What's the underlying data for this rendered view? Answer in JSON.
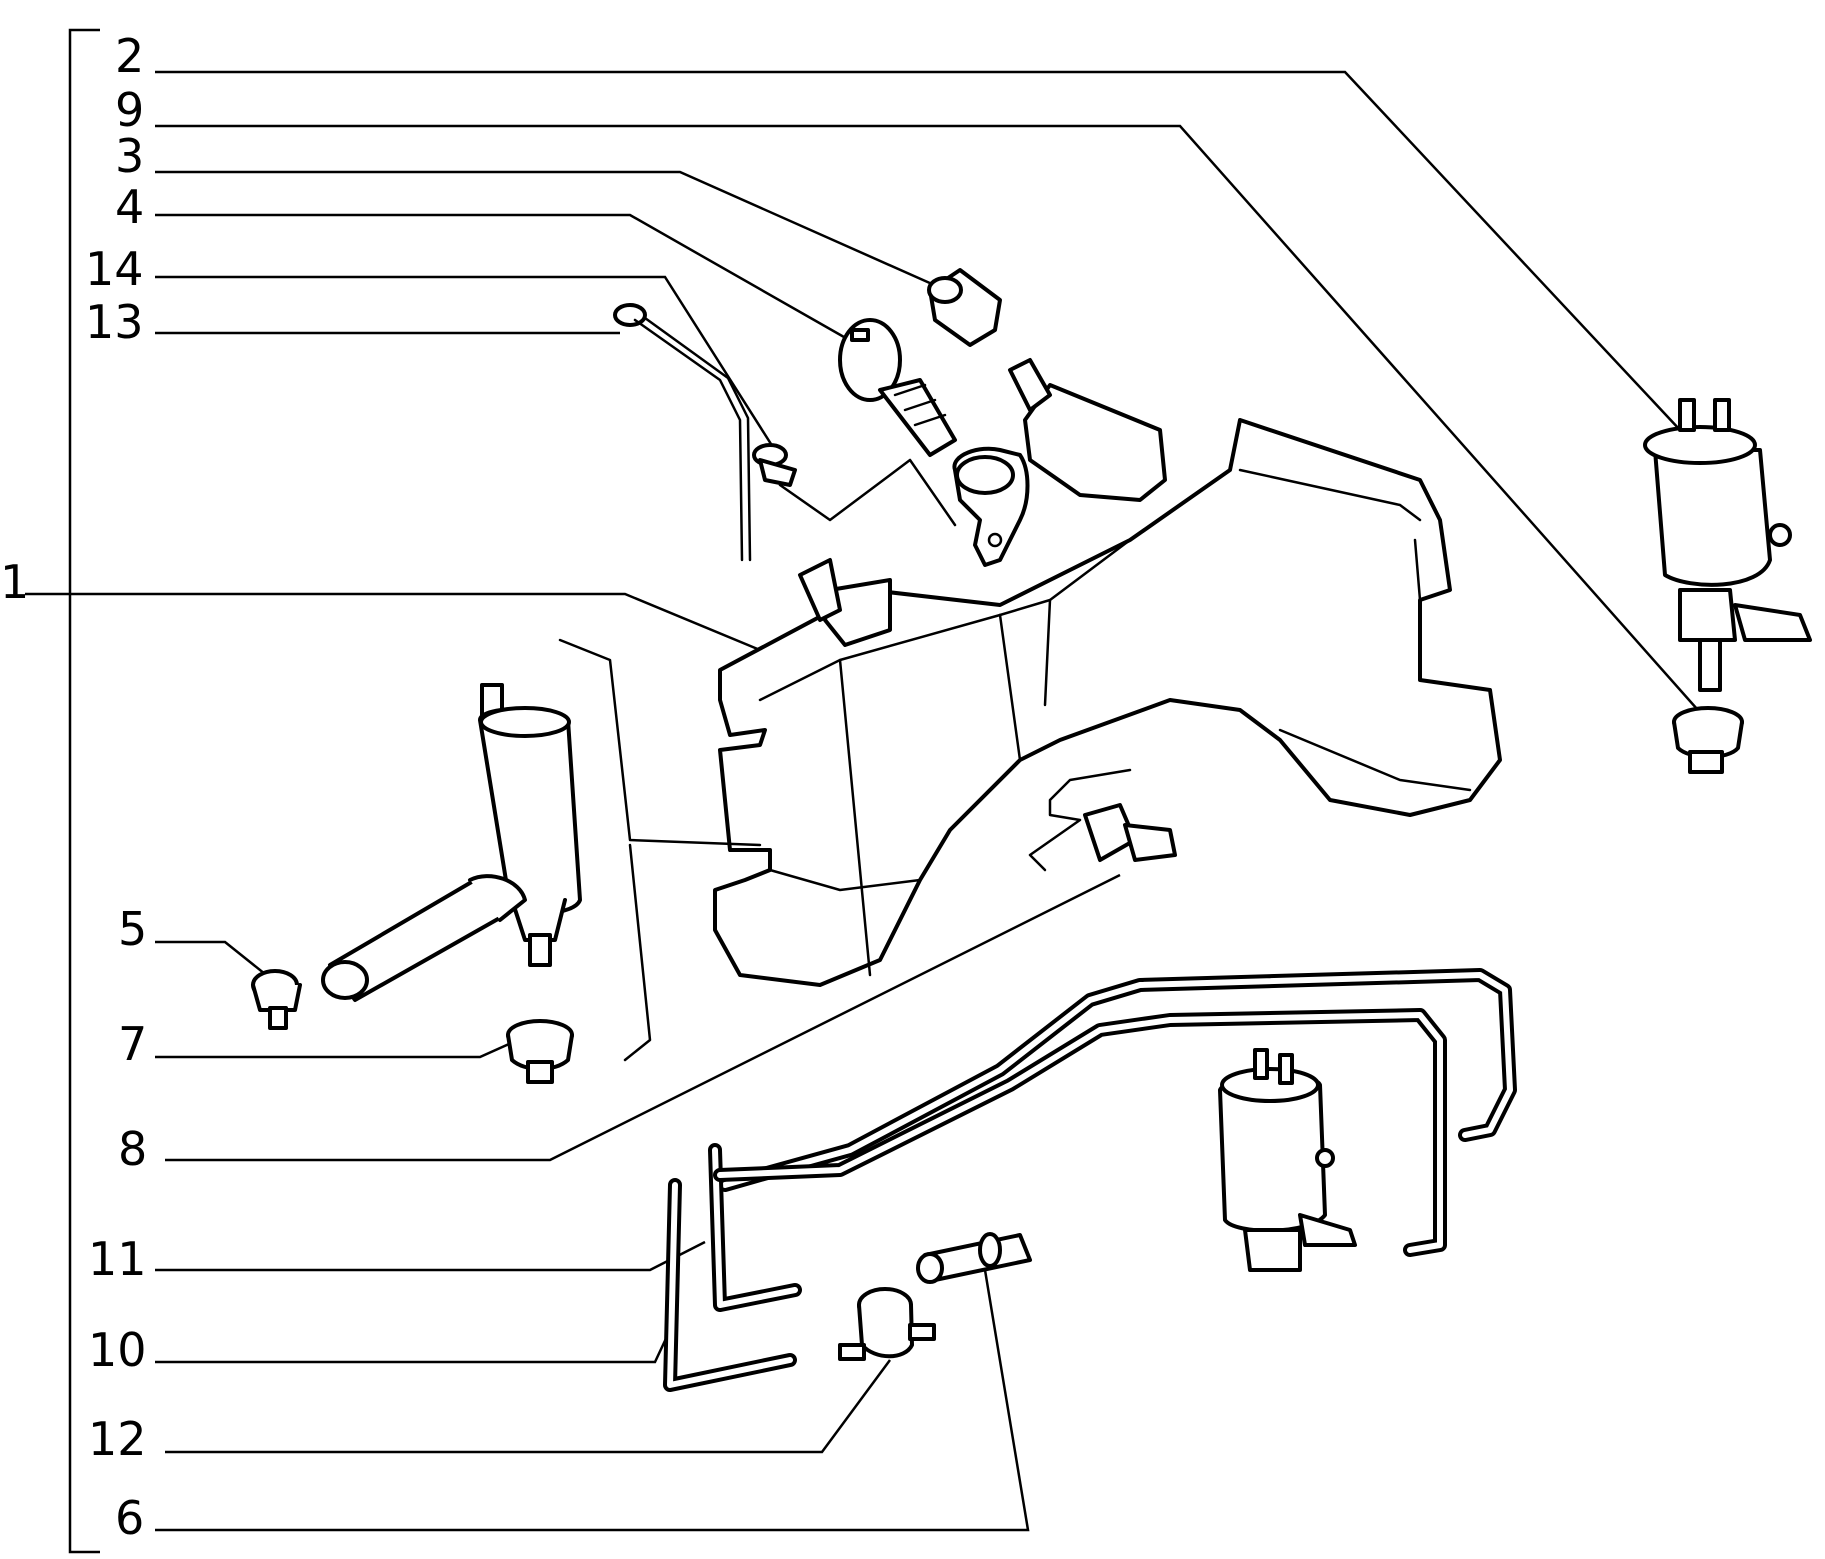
{
  "callouts": [
    {
      "id": "2",
      "text": "2"
    },
    {
      "id": "9",
      "text": "9"
    },
    {
      "id": "3",
      "text": "3"
    },
    {
      "id": "4",
      "text": "4"
    },
    {
      "id": "14",
      "text": "14"
    },
    {
      "id": "13",
      "text": "13"
    },
    {
      "id": "1",
      "text": "1"
    },
    {
      "id": "5",
      "text": "5"
    },
    {
      "id": "7",
      "text": "7"
    },
    {
      "id": "8",
      "text": "8"
    },
    {
      "id": "11",
      "text": "11"
    },
    {
      "id": "10",
      "text": "10"
    },
    {
      "id": "12",
      "text": "12"
    },
    {
      "id": "6",
      "text": "6"
    }
  ]
}
